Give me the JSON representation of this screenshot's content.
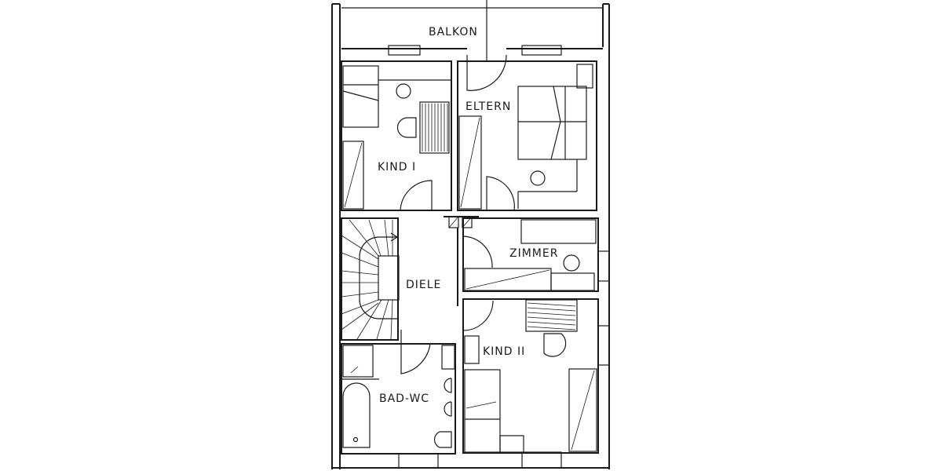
{
  "floor_plan": {
    "rooms": [
      {
        "id": "balkon",
        "label": "BALKON"
      },
      {
        "id": "kind1",
        "label": "KIND I"
      },
      {
        "id": "eltern",
        "label": "ELTERN"
      },
      {
        "id": "diele",
        "label": "DIELE"
      },
      {
        "id": "zimmer",
        "label": "ZIMMER"
      },
      {
        "id": "kind2",
        "label": "KIND II"
      },
      {
        "id": "bad_wc",
        "label": "BAD-WC"
      }
    ],
    "line_color": "#1a1a1a",
    "background": "#ffffff"
  }
}
